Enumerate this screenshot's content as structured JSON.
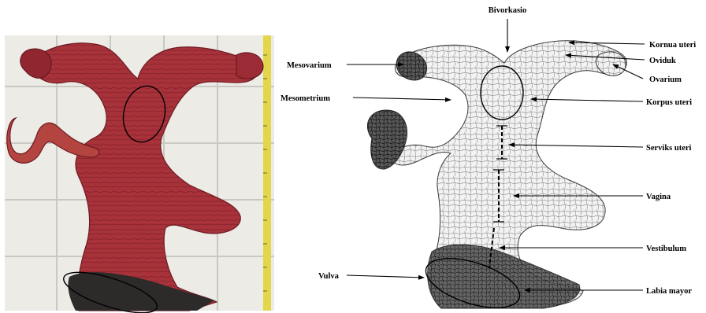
{
  "labels": {
    "bivorkasio": "Bivorkasio",
    "mesovarium": "Mesovarium",
    "mesometrium": "Mesometrium",
    "vulva": "Vulva",
    "kornua_uteri": "Kornua uteri",
    "oviduk": "Oviduk",
    "ovarium": "Ovarium",
    "korpus_uteri": "Korpus uteri",
    "serviks_uteri": "Serviks uteri",
    "vagina": "Vagina",
    "vestibulum": "Vestibulum",
    "labia_mayor": "Labia mayor"
  },
  "colors": {
    "specimen": "#a8323a",
    "specimen_dark": "#7a1e25",
    "tile_background": "#ecebe6",
    "grout": "#c9c8c2",
    "ruler": "#e3d64a",
    "sketch": "#3a3a3a"
  }
}
